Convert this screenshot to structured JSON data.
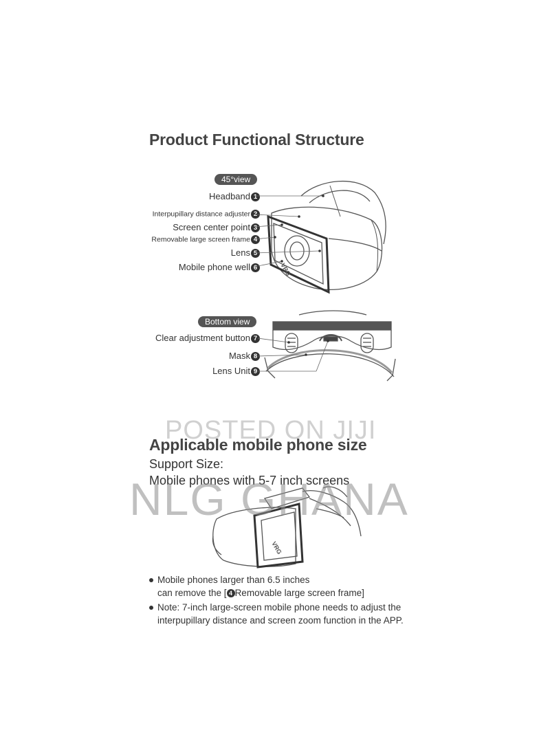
{
  "section1": {
    "title": "Product Functional Structure",
    "view45": {
      "badge": "45°view",
      "labels": [
        {
          "text": "Headband",
          "num": "1"
        },
        {
          "text": "Interpupillary distance adjuster",
          "num": "2"
        },
        {
          "text": "Screen center point",
          "num": "3"
        },
        {
          "text": "Removable large screen frame",
          "num": "4"
        },
        {
          "text": "Lens",
          "num": "5"
        },
        {
          "text": "Mobile phone well",
          "num": "6"
        }
      ],
      "device_brand": "VRG"
    },
    "bottom_view": {
      "badge": "Bottom view",
      "labels": [
        {
          "text": "Clear adjustment button",
          "num": "7"
        },
        {
          "text": "Mask",
          "num": "8"
        },
        {
          "text": "Lens Unit",
          "num": "9"
        }
      ]
    }
  },
  "section2": {
    "title": "Applicable mobile phone size",
    "support_label": "Support Size:",
    "support_value": "Mobile phones with 5-7 inch screens",
    "device_brand": "VRG",
    "notes": {
      "n1_line1": "Mobile phones larger than 6.5 inches",
      "n1_line2_pre": "can remove the [",
      "n1_line2_num": "4",
      "n1_line2_post": "Removable large screen frame]",
      "n2_line1": "Note: 7-inch large-screen mobile phone needs to adjust the",
      "n2_line2": "interpupillary distance and screen zoom function in the APP."
    }
  },
  "watermark": {
    "line1": "POSTED ON JIJI",
    "line2": "NLG GHANA"
  },
  "colors": {
    "text": "#333333",
    "badge_bg": "#555555",
    "watermark": "#8c8c8c"
  }
}
